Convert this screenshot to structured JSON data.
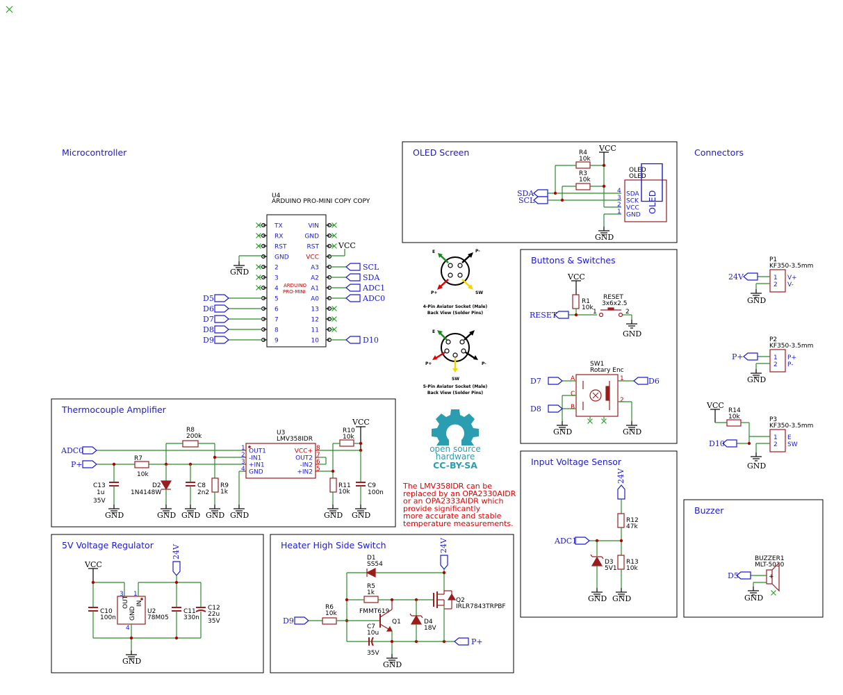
{
  "sections": {
    "microcontroller": "Microcontroller",
    "oled": "OLED Screen",
    "connectors": "Connectors",
    "buttons": "Buttons & Switches",
    "thermocouple": "Thermocouple Amplifier",
    "input_voltage": "Input Voltage Sensor",
    "buzzer": "Buzzer",
    "regulator": "5V Voltage Regulator",
    "heater": "Heater High Side Switch"
  },
  "u4": {
    "ref": "U4",
    "value": "ARDUINO PRO-MINI COPY COPY",
    "body_label_1": "ARDUINO",
    "body_label_2": "PRO-MINI",
    "left_pins": [
      "TX",
      "RX",
      "RST",
      "GND",
      "2",
      "3",
      "4",
      "5",
      "6",
      "7",
      "8",
      "9"
    ],
    "right_pins": [
      "VIN",
      "GND",
      "RST",
      "VCC",
      "A3",
      "A2",
      "A1",
      "A0",
      "13",
      "12",
      "11",
      "10"
    ],
    "left_nets": [
      "D5",
      "D6",
      "D7",
      "D8",
      "D9"
    ],
    "right_nets": [
      "SCL",
      "SDA",
      "ADC1",
      "ADC0",
      "D10"
    ],
    "vcc": "VCC",
    "gnd": "GND"
  },
  "oled": {
    "r4_ref": "R4",
    "r4_val": "10k",
    "r3_ref": "R3",
    "r3_val": "10k",
    "vcc": "VCC",
    "title1": "OLED",
    "title2": "OLED",
    "body": "OLED",
    "pins": [
      "SDA",
      "SCK",
      "VCC",
      "GND"
    ],
    "pin_nums": [
      "4",
      "3",
      "2",
      "1"
    ],
    "nets": [
      "SDA",
      "SCL"
    ],
    "gnd": "GND"
  },
  "connectors": {
    "p1": {
      "ref": "P1",
      "value": "KF350-3.5mm",
      "pins": [
        "V+",
        "V-"
      ],
      "net": "24V"
    },
    "p2": {
      "ref": "P2",
      "value": "KF350-3.5mm",
      "pins": [
        "P+",
        "P-"
      ],
      "net": "P+"
    },
    "p3": {
      "ref": "P3",
      "value": "KF350-3.5mm",
      "pins": [
        "E",
        "SW"
      ],
      "net": "D10"
    },
    "r14_ref": "R14",
    "r14_val": "10k",
    "vcc": "VCC",
    "gnd": "GND"
  },
  "aviator": {
    "four_pin_title": "4-Pin Aviator Socket (Male)",
    "four_pin_sub": "Back View (Solder Pins)",
    "five_pin_title": "5-Pin Aviator Socket (Male)",
    "five_pin_sub": "Back View (Solder Pins)",
    "pin_labels": [
      "E",
      "P-",
      "P+",
      "SW"
    ]
  },
  "osh": {
    "line1": "open source",
    "line2": "hardware",
    "license": "CC-BY-SA"
  },
  "buttons": {
    "vcc": "VCC",
    "r1_ref": "R1",
    "r1_val": "10k",
    "reset_ref": "RESET",
    "reset_val": "3x6x2.5",
    "reset_net": "RESET",
    "sw1_ref": "SW1",
    "sw1_val": "Rotary Enc",
    "nets": [
      "D7",
      "D8",
      "D6"
    ],
    "pins": [
      "A",
      "C",
      "B"
    ],
    "gnd": "GND"
  },
  "thermo": {
    "u3_ref": "U3",
    "u3_val": "LMV358IDR",
    "left_pins": [
      "OUT1",
      "-IN1",
      "+IN1",
      "GND"
    ],
    "right_pins": [
      "VCC+",
      "OUT2",
      "-IN2",
      "+IN2"
    ],
    "left_nums": [
      "1",
      "2",
      "3",
      "4"
    ],
    "right_nums": [
      "8",
      "7",
      "6",
      "5"
    ],
    "r8_ref": "R8",
    "r8_val": "200k",
    "r7_ref": "R7",
    "r7_val": "10k",
    "r9_ref": "R9",
    "r9_val": "1k",
    "r10_ref": "R10",
    "r10_val": "10k",
    "r11_ref": "R11",
    "r11_val": "10k",
    "c13_ref": "C13",
    "c13_val": "1u",
    "c13_v": "35V",
    "d2_ref": "D2",
    "d2_val": "1N4148W",
    "c8_ref": "C8",
    "c8_val": "2n2",
    "c9_ref": "C9",
    "c9_val": "100n",
    "nets": [
      "ADC0",
      "P+"
    ],
    "vcc": "VCC",
    "gnd": "GND"
  },
  "note": [
    "The LMV358IDR can be",
    "replaced by an OPA2330AIDR",
    "or an OPA2333AIDR which",
    "provide significantly",
    "more accurate and stable",
    "temperature measurements."
  ],
  "voltage": {
    "net_24v": "24V",
    "r12_ref": "R12",
    "r12_val": "47k",
    "r13_ref": "R13",
    "r13_val": "10k",
    "d3_ref": "D3",
    "d3_val": "5V1",
    "net": "ADC1",
    "gnd": "GND"
  },
  "buzzer": {
    "ref": "BUZZER1",
    "value": "MLT-5030",
    "net": "D5",
    "gnd": "GND",
    "plus": "+"
  },
  "regulator": {
    "vcc": "VCC",
    "net_24v": "24V",
    "c10_ref": "C10",
    "c10_val": "100n",
    "u2_ref": "U2",
    "u2_val": "78M05",
    "u2_pins": [
      "OUT",
      "IN",
      "GND"
    ],
    "u2_nums": [
      "3",
      "1",
      "4"
    ],
    "c11_ref": "C11",
    "c11_val": "330n",
    "c12_ref": "C12",
    "c12_val": "22u",
    "c12_v": "35V",
    "gnd": "GND"
  },
  "heater": {
    "net_24v": "24V",
    "d1_ref": "D1",
    "d1_val": "SS54",
    "r5_ref": "R5",
    "r5_val": "1k",
    "q2_ref": "Q2",
    "q2_val": "IRLR7843TRPBF",
    "q1_ref": "Q1",
    "q1_val": "FMMT619",
    "r6_ref": "R6",
    "r6_val": "10k",
    "c7_ref": "C7",
    "c7_val": "10u",
    "c7_v": "35V",
    "d4_ref": "D4",
    "d4_val": "18V",
    "net_in": "D9",
    "net_out": "P+",
    "gnd": "GND"
  }
}
